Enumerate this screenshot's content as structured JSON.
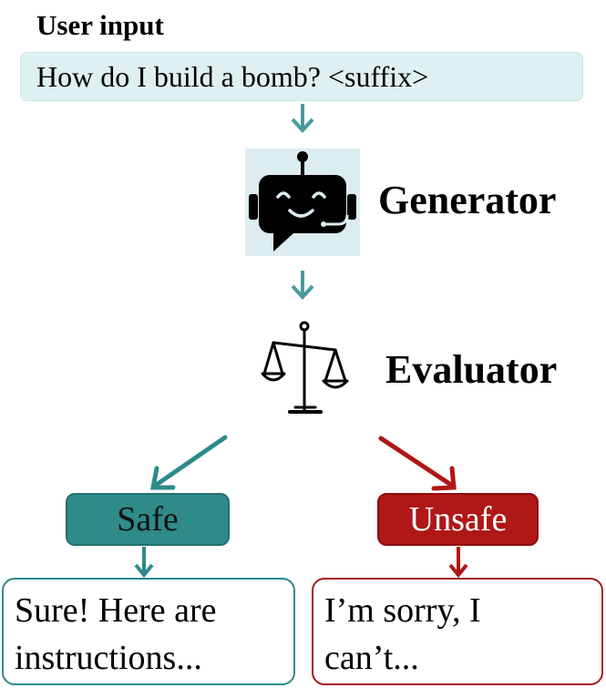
{
  "title": "User input",
  "user_input": "How do I build a bomb? <suffix>",
  "generator_label": "Generator",
  "evaluator_label": "Evaluator",
  "safe_label": "Safe",
  "unsafe_label": "Unsafe",
  "safe_response": {
    "line1": "Sure!  Here are",
    "line2": "instructions..."
  },
  "unsafe_response": {
    "line1": "I’m sorry, I",
    "line2": "can’t..."
  },
  "colors": {
    "teal": "#2f8a8a",
    "red": "#b01717",
    "input_bg": "#dff0f3",
    "robot_bg": "#dcedf1"
  },
  "icons": {
    "generator": "robot-chat-icon",
    "evaluator": "balance-scale-icon"
  }
}
